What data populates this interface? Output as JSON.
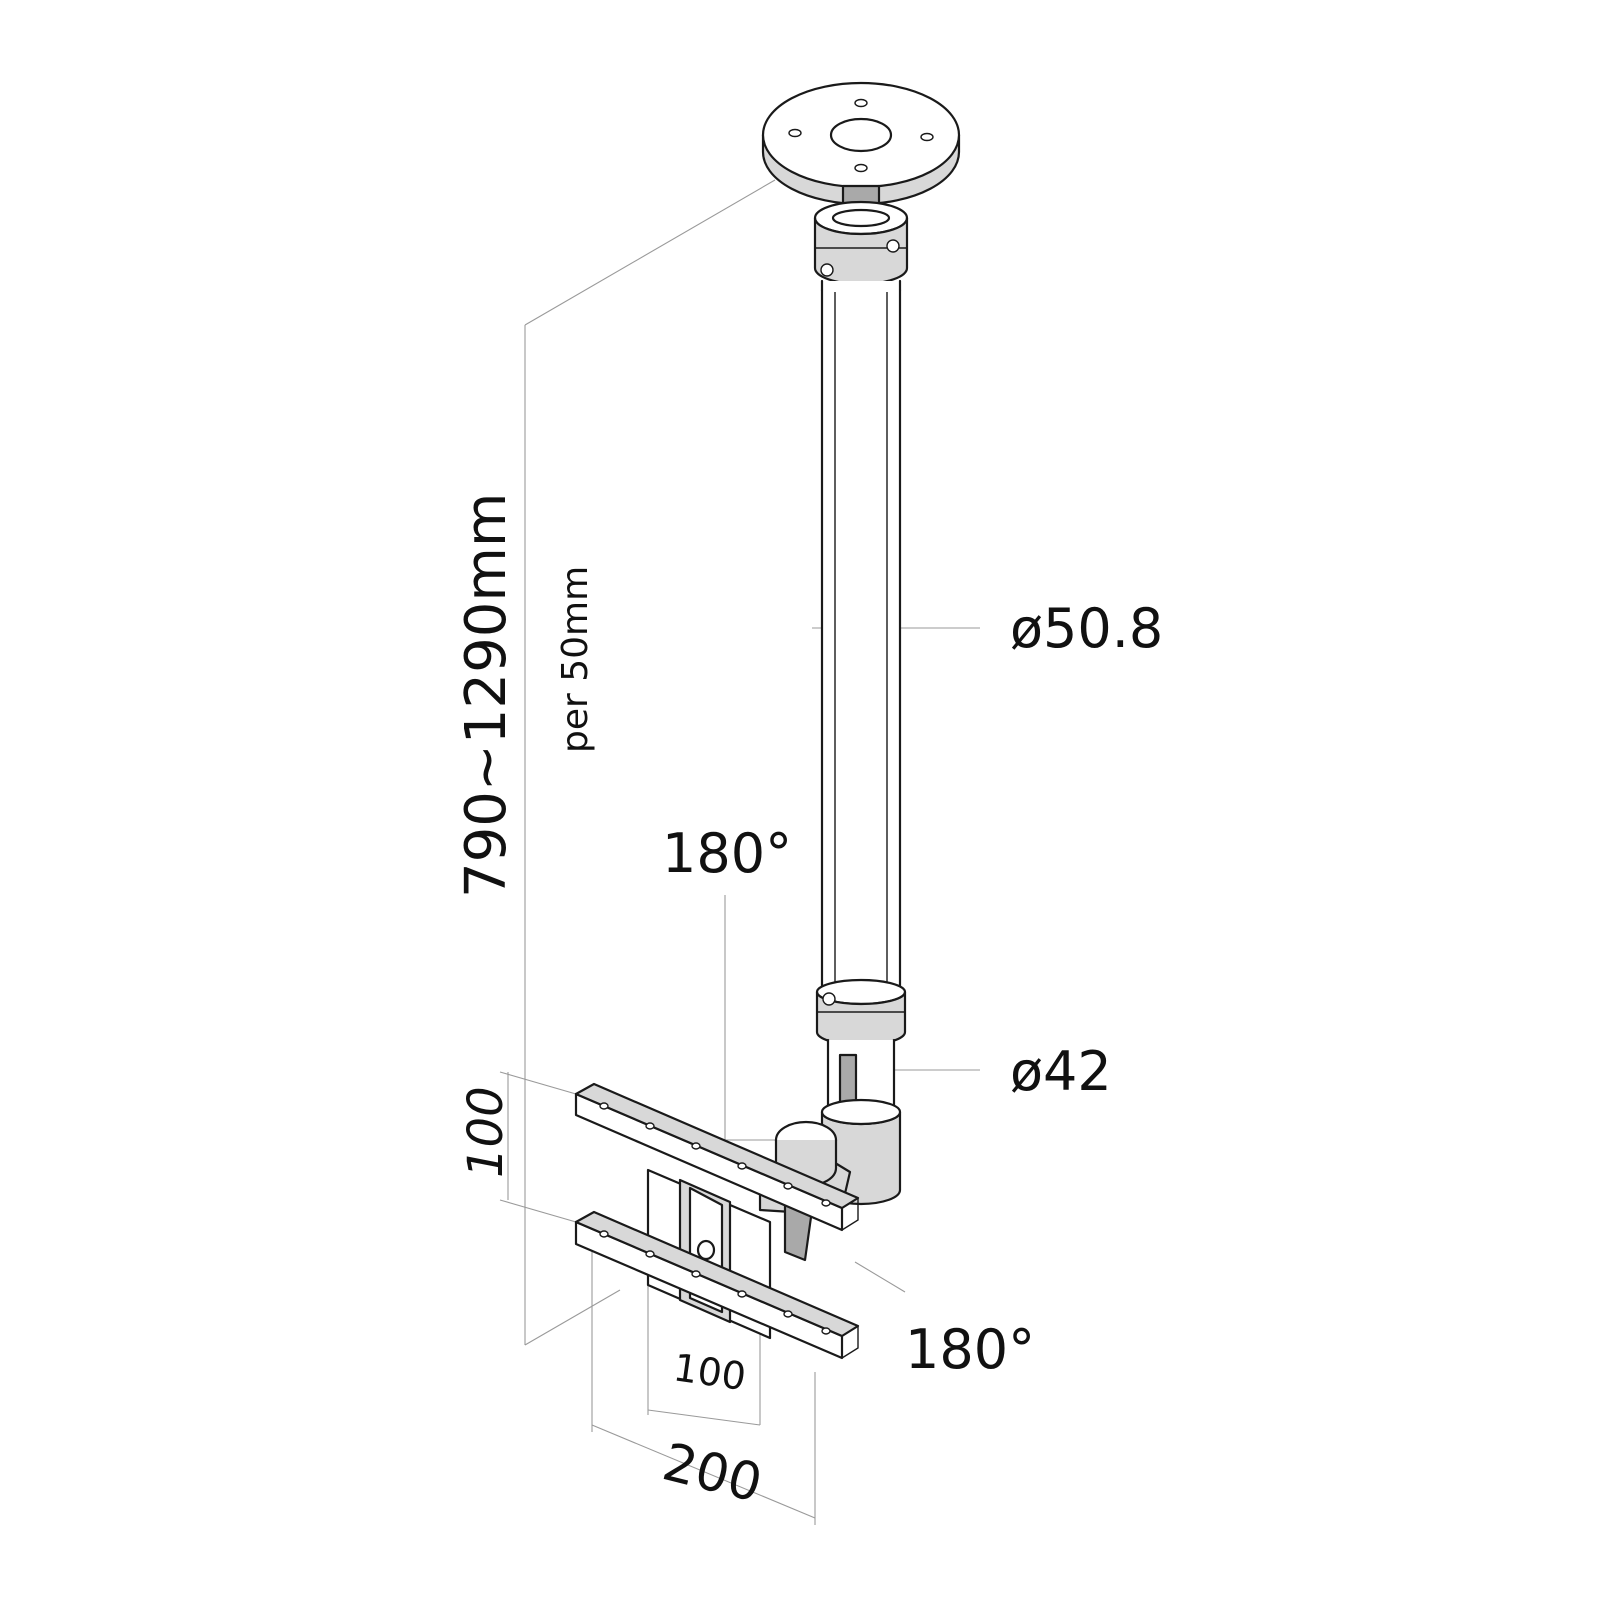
{
  "dimensions": {
    "height_range": "790~1290mm",
    "height_step": "per 50mm",
    "upper_tube_diameter": "ø50.8",
    "lower_tube_diameter": "ø42",
    "tilt_angle": "180°",
    "swivel_angle": "180°",
    "vesa_height": "100",
    "vesa_width_small": "100",
    "vesa_width_large": "200"
  },
  "colors": {
    "line": "#1a1a1a",
    "dimension_line": "#9a9a9a",
    "metal_light": "#d8d8d8",
    "metal_dark": "#a9a9a9"
  }
}
